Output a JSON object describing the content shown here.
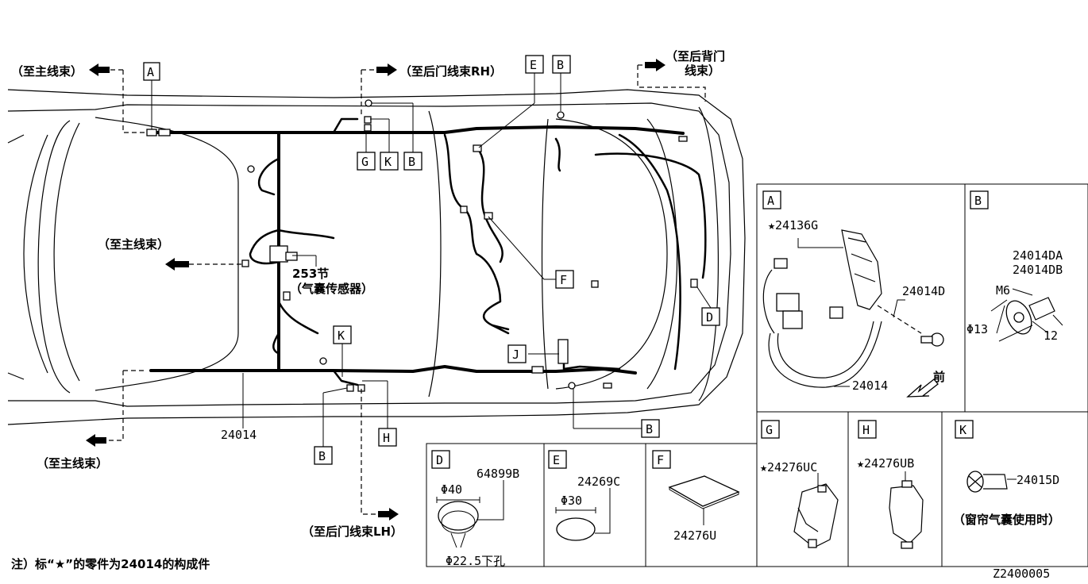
{
  "callouts": {
    "to_main_harness": "（至主线束）",
    "to_rear_door_rh": "（至后门线束RH）",
    "to_back_door_line1": "（至后背门",
    "to_back_door_line2": "线束）",
    "to_rear_door_lh": "（至后门线束LH）",
    "airbag_sensor_line1": "253节",
    "airbag_sensor_line2": "（气囊传感器）"
  },
  "labels": {
    "A": "A",
    "B": "B",
    "D": "D",
    "E": "E",
    "F": "F",
    "G": "G",
    "H": "H",
    "J": "J",
    "K": "K"
  },
  "main_part": "24014",
  "detail_a": {
    "part_star": "★24136G",
    "clip": "24014D",
    "harness": "24014",
    "front": "前"
  },
  "detail_b": {
    "part1": "24014DA",
    "part2": "24014DB",
    "thread": "M6",
    "diameter": "Φ13",
    "length": "12"
  },
  "detail_d": {
    "part": "64899B",
    "outer": "Φ40",
    "hole": "Φ22.5下孔"
  },
  "detail_e": {
    "part": "24269C",
    "dia": "Φ30"
  },
  "detail_f": {
    "part": "24276U"
  },
  "detail_g": {
    "part": "★24276UC"
  },
  "detail_h": {
    "part": "★24276UB"
  },
  "detail_k": {
    "part": "24015D",
    "note": "（窗帘气囊使用时）"
  },
  "footnote": "注）标“★”的零件为24014的构成件",
  "drawing_id": "Z2400005"
}
